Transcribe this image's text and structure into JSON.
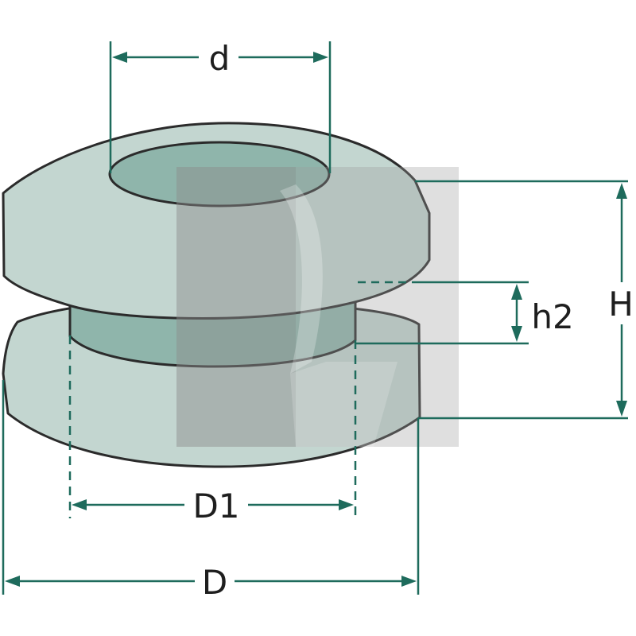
{
  "labels": {
    "d": "d",
    "H": "H",
    "h2": "h2",
    "D1": "D1",
    "D": "D"
  },
  "colors": {
    "body_fill": "#c3d6d0",
    "bore_fill": "#8fb5ab",
    "outline": "#2b2b2b",
    "dimension": "#1e6b5c",
    "watermark": "#9a9a9a"
  }
}
